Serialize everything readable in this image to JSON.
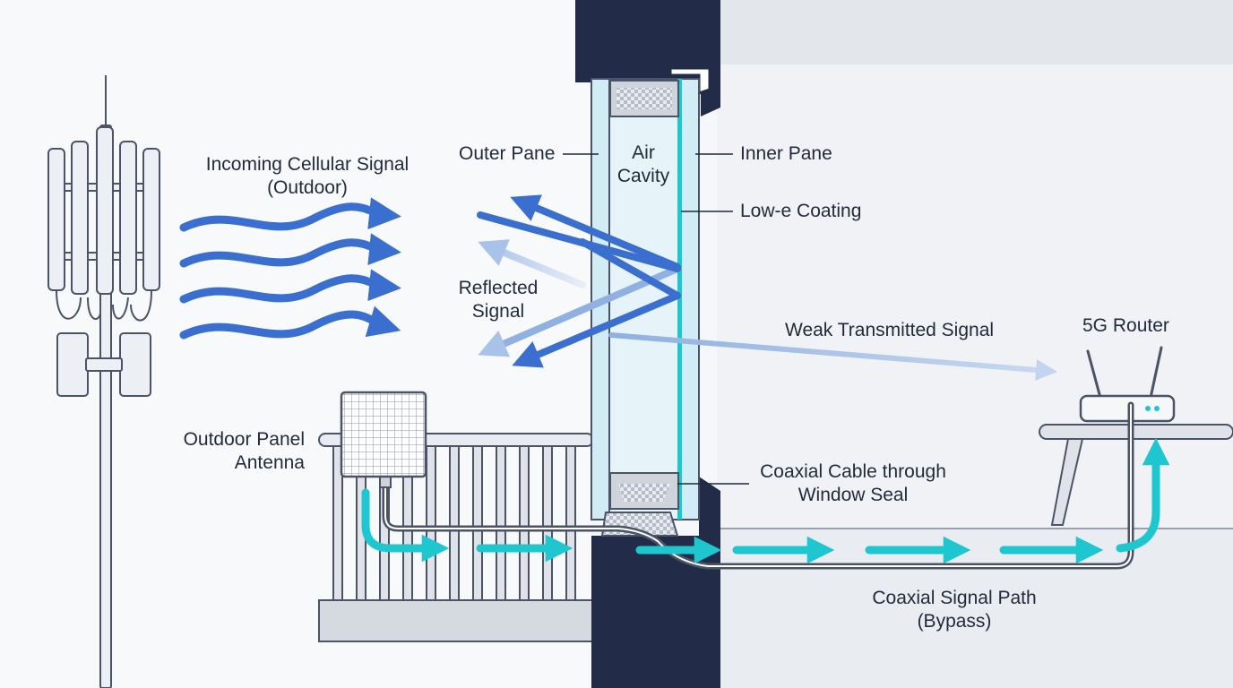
{
  "labels": {
    "incoming_line1": "Incoming Cellular Signal",
    "incoming_line2": "(Outdoor)",
    "reflected_line1": "Reflected",
    "reflected_line2": "Signal",
    "outer_pane": "Outer Pane",
    "air_line1": "Air",
    "air_line2": "Cavity",
    "inner_pane": "Inner Pane",
    "low_e": "Low-e Coating",
    "weak_signal": "Weak Transmitted Signal",
    "router": "5G Router",
    "antenna_line1": "Outdoor Panel",
    "antenna_line2": "Antenna",
    "coax_seal_line1": "Coaxial Cable through",
    "coax_seal_line2": "Window Seal",
    "coax_path_line1": "Coaxial Signal Path",
    "coax_path_line2": "(Bypass)"
  },
  "colors": {
    "signal_blue": "#3a6fd0",
    "coax_teal": "#1ec6cf",
    "wall_navy": "#222c48",
    "glass": "#e6f3f9",
    "outline": "#4a5466"
  },
  "icons": {
    "tower": "cell-tower-icon",
    "antenna": "panel-antenna-icon",
    "router": "router-icon"
  }
}
